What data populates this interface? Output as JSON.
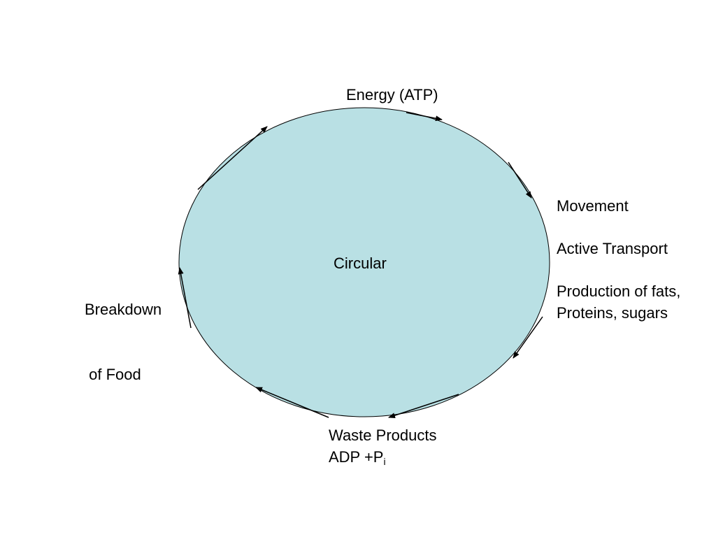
{
  "diagram": {
    "center_label": "Circular",
    "top_label": "Energy (ATP)",
    "right_labels": [
      "Movement",
      "Active Transport",
      "Production of fats,",
      "Proteins, sugars"
    ],
    "bottom_label_line1": "Waste Products",
    "bottom_label_line2_main": "ADP +P",
    "bottom_label_line2_sub": "i",
    "left_label_line1": "Breakdown",
    "left_label_line2": " of Food"
  },
  "colors": {
    "cycle_fill": "#b9e0e4",
    "stroke": "#000000"
  }
}
